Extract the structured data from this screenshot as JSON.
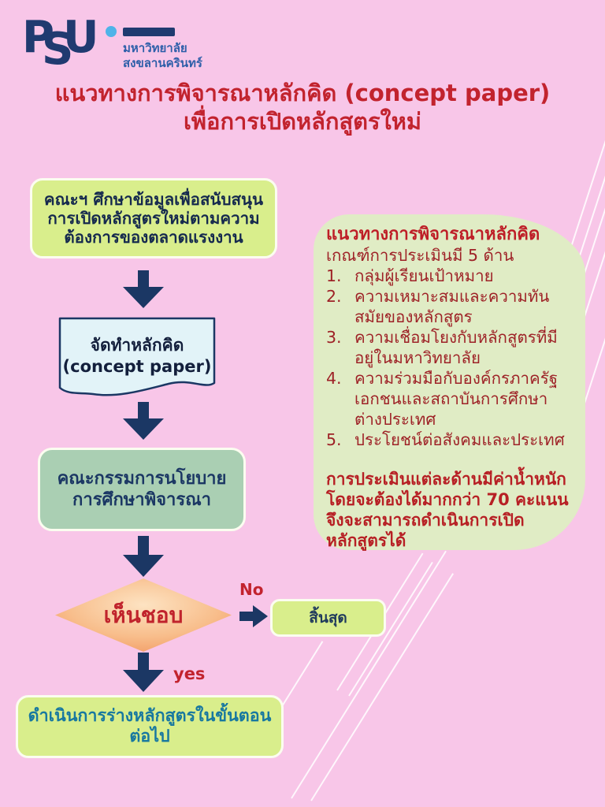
{
  "logo": {
    "monogram_p": "P",
    "monogram_s": "S",
    "monogram_u": "U",
    "university_line1": "มหาวิทยาลัย",
    "university_line2": "สงขลานครินทร์"
  },
  "title": {
    "line1": "แนวทางการพิจารณาหลักคิด (concept paper)",
    "line2": "เพื่อการเปิดหลักสูตรใหม่"
  },
  "flowchart": {
    "step_research": "คณะฯ ศึกษาข้อมูลเพื่อ​สนับสนุนการเปิดหลักสูตรใหม่​ตามความต้องการของ​ตลาดแรงงาน",
    "step_document_line1": "จัดทำหลักคิด",
    "step_document_line2": "(concept paper)",
    "step_committee": "คณะกรรมการ​นโยบายการศึกษา​พิจารณา",
    "decision": "เห็นชอบ",
    "no_label": "No",
    "end": "สิ้นสุด",
    "yes_label": "yes",
    "step_final": "ดำเนินการร่างหลักสูตรในขั้นตอน​ต่อไป"
  },
  "panel": {
    "heading": "แนวทางการพิจารณาหลักคิด",
    "subheading": "เกณฑ์การประเมินมี 5 ด้าน",
    "items": [
      {
        "num": "1.",
        "text": "กลุ่มผู้เรียนเป้าหมาย"
      },
      {
        "num": "2.",
        "text": "ความเหมาะสมและความทันสมัย​ของหลักสูตร"
      },
      {
        "num": "3.",
        "text": "ความเชื่อมโยงกับหลักสูตรที่มี​อยู่ในมหาวิทยาลัย"
      },
      {
        "num": "4.",
        "text": "ความร่วมมือกับองค์กรภาครัฐ​เอกชนและสถาบันการศึกษา​ต่างประเทศ"
      },
      {
        "num": "5.",
        "text": "ประโยชน์ต่อสังคมและประเทศ"
      }
    ],
    "note": "การประเมินแต่ละด้านมีค่าน้ำหนัก​โดยจะต้องได้มากกว่า 70 คะแนน​จึงจะสามารถดำเนินการเปิด​หลักสูตรได้"
  },
  "colors": {
    "background_pink": "#F8C6E8",
    "navy": "#1B3764",
    "title_red": "#C2232E",
    "panel_text_red": "#9E2227",
    "yellow_green": "#D9EE8C",
    "sage_green": "#AACFB3",
    "panel_green": "#E0ECC5",
    "document_blue": "#E2F3F8",
    "diamond_orange": "#F2975B",
    "teal_text": "#1878A0",
    "logo_blue": "#2E5FA9",
    "logo_dot_blue": "#4FB3E8"
  }
}
